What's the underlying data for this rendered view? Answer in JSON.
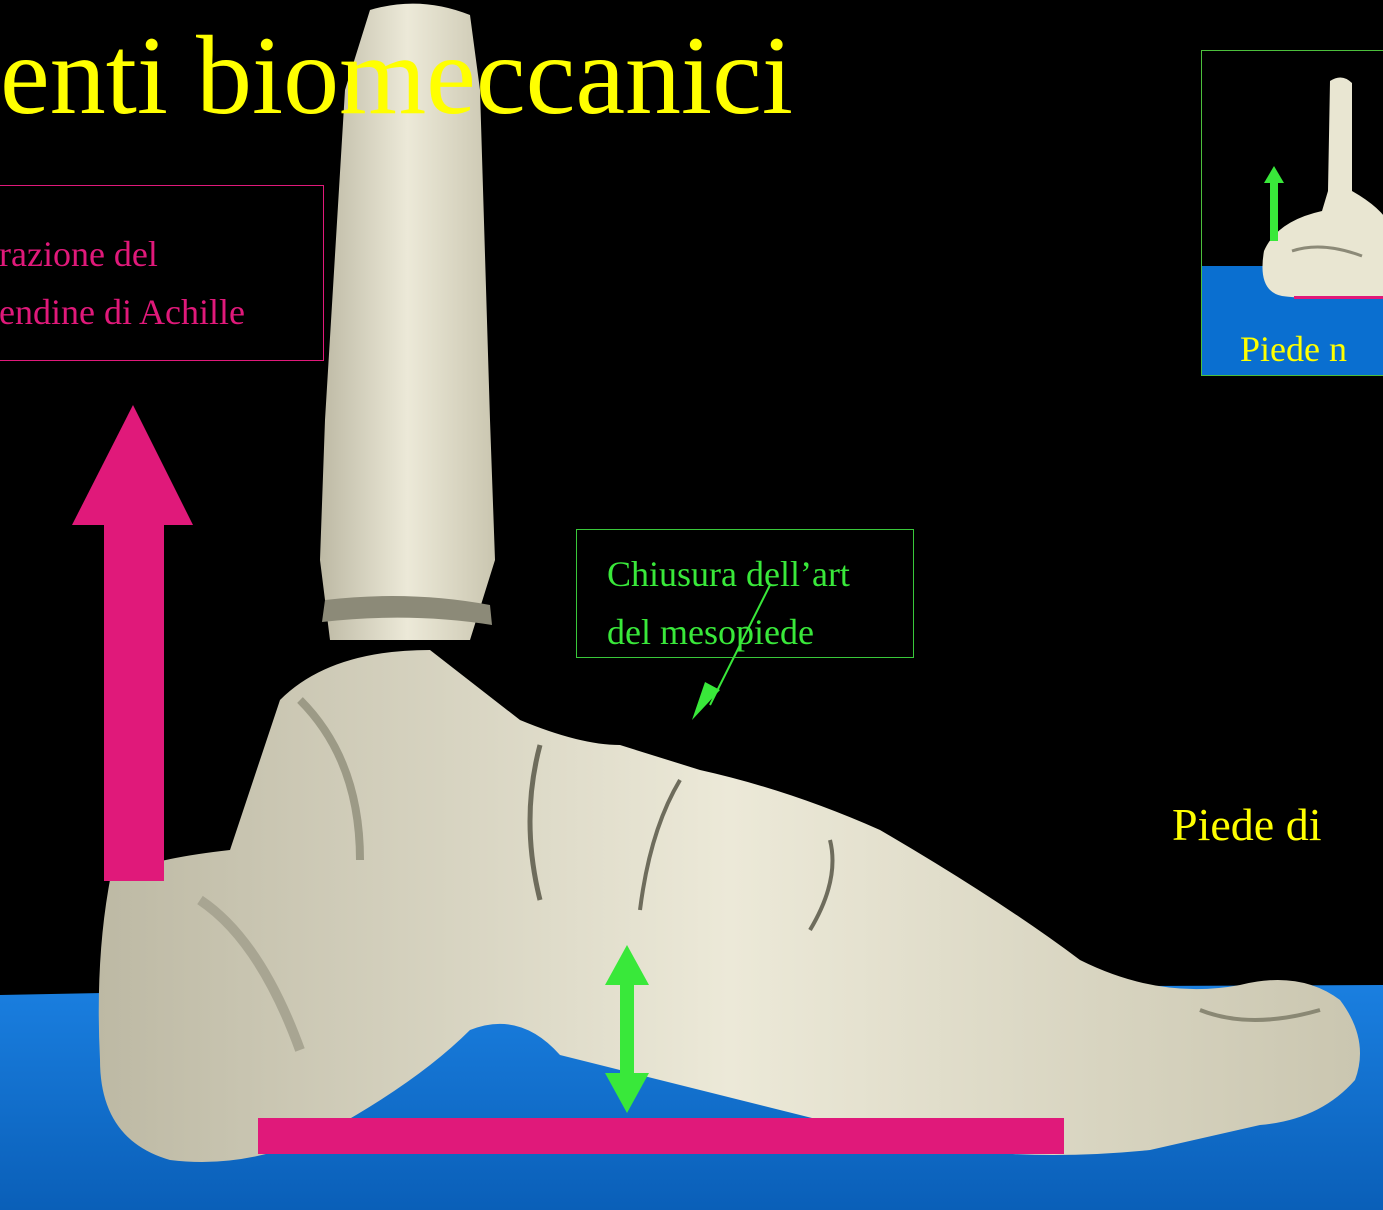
{
  "slide": {
    "title": "enti biomeccanici",
    "tendon_label": {
      "line1": "razione del",
      "line2": "endine di Achille"
    },
    "midfoot_label": {
      "line1": "Chiusura dell’art",
      "line2": "del mesopiede"
    },
    "inset_caption": "Piede n",
    "side_label": "Piede di"
  },
  "colors": {
    "background": "#000000",
    "title": "#ffff00",
    "tendon": "#e0197a",
    "midfoot": "#39e83a",
    "ground": "#0a6fd0",
    "bone": "#e9e6d2"
  },
  "icons": {
    "tendon_arrow": "arrow-up-icon",
    "midfoot_arrow": "arrow-double-vertical-icon",
    "pointer_arrow": "arrow-down-left-icon"
  }
}
